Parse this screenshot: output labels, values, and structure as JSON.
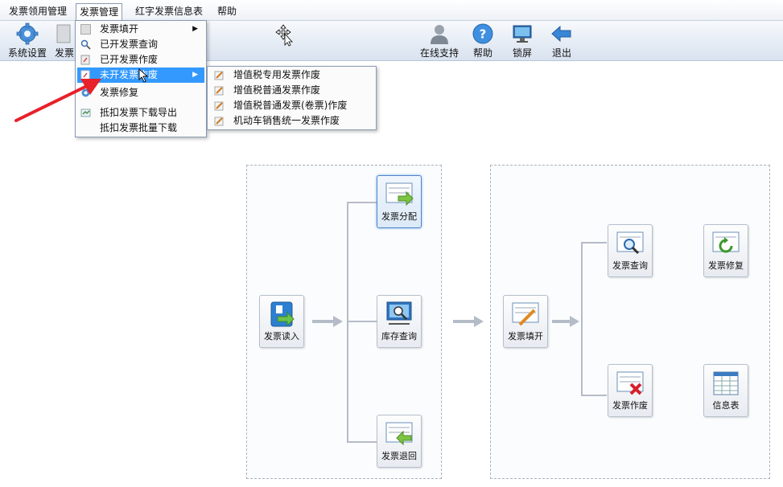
{
  "menubar": {
    "items": [
      {
        "label": "发票领用管理"
      },
      {
        "label": "发票管理"
      },
      {
        "label": "红字发票信息表"
      },
      {
        "label": "帮助"
      }
    ]
  },
  "toolbar": {
    "left": [
      {
        "label": "系统设置",
        "icon": "gear-icon"
      },
      {
        "label": "发票",
        "icon": "invoice-icon"
      }
    ],
    "right": [
      {
        "label": "在线支持",
        "icon": "user-support-icon"
      },
      {
        "label": "帮助",
        "icon": "help-icon"
      },
      {
        "label": "锁屏",
        "icon": "monitor-lock-icon"
      },
      {
        "label": "退出",
        "icon": "exit-arrow-icon"
      }
    ]
  },
  "dropdown": {
    "items": [
      {
        "label": "发票填开",
        "submenu": true
      },
      {
        "label": "已开发票查询"
      },
      {
        "label": "已开发票作废"
      },
      {
        "label": "未开发票作废",
        "submenu": true,
        "highlighted": true
      },
      {
        "label": "发票修复"
      },
      {
        "label": "抵扣发票下载导出"
      },
      {
        "label": "抵扣发票批量下载"
      }
    ]
  },
  "submenu": {
    "items": [
      {
        "label": "增值税专用发票作废"
      },
      {
        "label": "增值税普通发票作废"
      },
      {
        "label": "增值税普通发票(卷票)作废"
      },
      {
        "label": "机动车销售统一发票作废"
      }
    ]
  },
  "flow": {
    "nodes": {
      "read": "发票读入",
      "distribute": "发票分配",
      "stock": "库存查询",
      "return": "发票退回",
      "fill": "发票填开",
      "query": "发票查询",
      "repair": "发票修复",
      "void": "发票作废",
      "info": "信息表"
    }
  },
  "colors": {
    "highlight": "#3399ff",
    "annotation_arrow": "#e8202a",
    "flow_line": "#b4bcc8"
  }
}
